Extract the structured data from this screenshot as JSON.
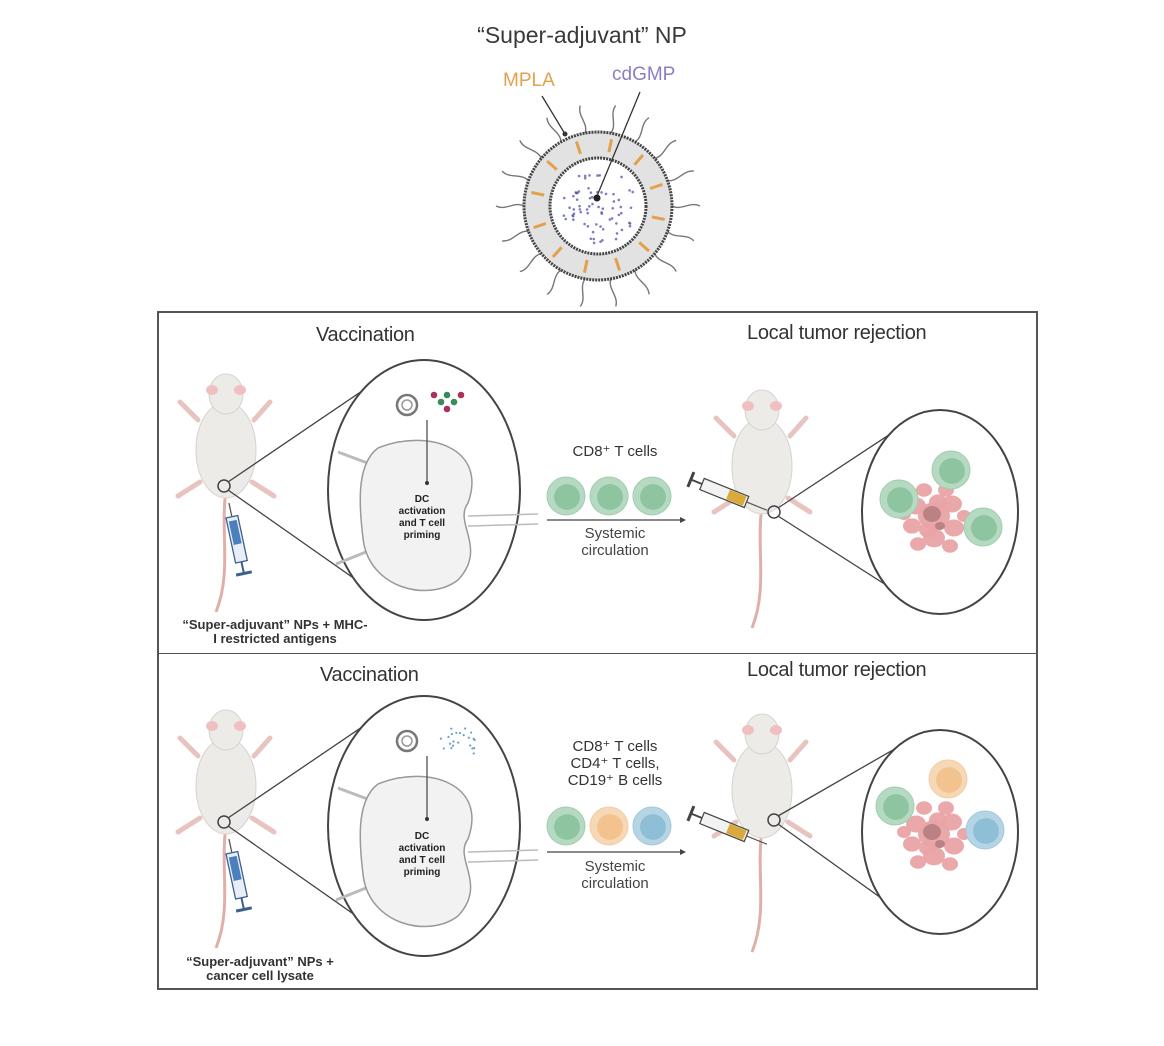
{
  "figure": {
    "title": "“Super-adjuvant” NP",
    "np_labels": {
      "mpla": "MPLA",
      "cdgmp": "cdGMP"
    },
    "colors": {
      "mpla": "#e3a04d",
      "cdgmp": "#8a7fc4",
      "cd8_cell": "#8fc4a0",
      "cd4_cell": "#f2c38f",
      "cd19_cell": "#8fbfd6",
      "tumor": "#e9a3a6",
      "border": "#555555"
    },
    "panels": [
      {
        "left_header": "Vaccination",
        "right_header": "Local tumor rejection",
        "node_text": [
          "DC",
          "activation",
          "and T cell",
          "priming"
        ],
        "cells_label": [
          "CD8⁺ T cells"
        ],
        "cells": [
          "cd8",
          "cd8",
          "cd8"
        ],
        "arrow_label": [
          "Systemic",
          "circulation"
        ],
        "caption": [
          "“Super-adjuvant” NPs + MHC-",
          "I restricted antigens"
        ],
        "tumor_cells": [
          "cd8",
          "cd8",
          "cd8"
        ]
      },
      {
        "left_header": "Vaccination",
        "right_header": "Local tumor rejection",
        "node_text": [
          "DC",
          "activation",
          "and T cell",
          "priming"
        ],
        "cells_label": [
          "CD8⁺ T cells",
          "CD4⁺ T cells,",
          "CD19⁺ B cells"
        ],
        "cells": [
          "cd8",
          "cd4",
          "cd19"
        ],
        "arrow_label": [
          "Systemic",
          "circulation"
        ],
        "caption": [
          "“Super-adjuvant” NPs +",
          "cancer cell lysate"
        ],
        "tumor_cells": [
          "cd8",
          "cd4",
          "cd19"
        ]
      }
    ]
  }
}
